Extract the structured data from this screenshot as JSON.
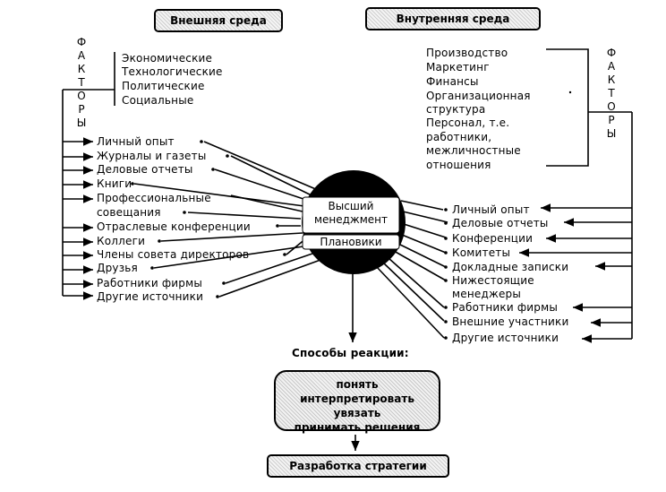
{
  "headers": {
    "external": "Внешняя среда",
    "internal": "Внутренняя среда",
    "strategy": "Разработка стратегии"
  },
  "factors_letters": [
    "Ф",
    "А",
    "К",
    "Т",
    "О",
    "Р",
    "Ы"
  ],
  "external_factors": [
    "Экономические",
    "Технологические",
    "Политические",
    "Социальные"
  ],
  "internal_factors": [
    "Производство",
    "Маркетинг",
    "Финансы",
    "Организационная",
    "структура",
    "Персонал, т.е.",
    "работники,",
    "межличностные",
    "отношения"
  ],
  "left_sources": [
    "Личный опыт",
    "Журналы и газеты",
    "Деловые отчеты",
    "Книги",
    "Профессиональные",
    "совещания",
    "Отраслевые конференции",
    "Коллеги",
    "Члены совета директоров",
    "Друзья",
    "Работники фирмы",
    "Другие источники"
  ],
  "right_sources": [
    "Личный опыт",
    "Деловые отчеты",
    "Конференции",
    "Комитеты",
    "Докладные записки",
    "Нижестоящие",
    "менеджеры",
    "Работники фирмы",
    "Внешние участники",
    "Другие источники"
  ],
  "center": {
    "top_line1": "Высший",
    "top_line2": "менеджмент",
    "bottom": "Плановики"
  },
  "reaction": {
    "title": "Способы реакции:",
    "items": [
      "понять",
      "интерпретировать",
      "увязать",
      "принимать решения"
    ]
  }
}
